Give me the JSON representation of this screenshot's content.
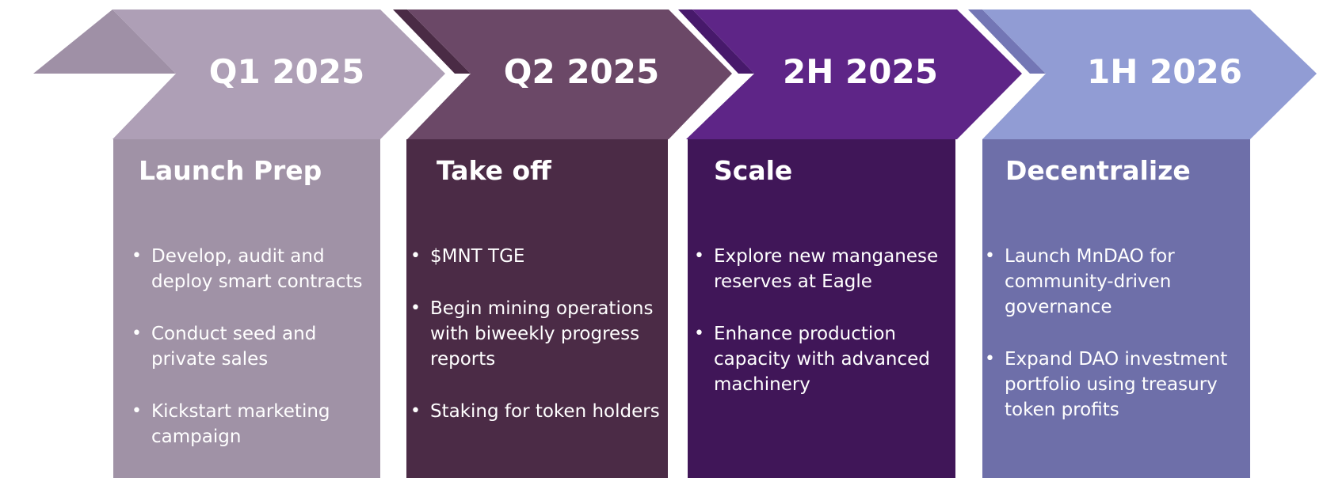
{
  "colors": {
    "phase1": {
      "arrow": "#ae9fb6",
      "fold": "#9f90a6",
      "box": "#a092a6"
    },
    "phase2": {
      "arrow": "#6b4867",
      "fold": "#4a2b45",
      "box": "#4b2b46"
    },
    "phase3": {
      "arrow": "#5e2587",
      "fold": "#47196b",
      "box": "#401658"
    },
    "phase4": {
      "arrow": "#919cd4",
      "fold": "#7376b5",
      "box": "#6e6fa9"
    }
  },
  "phases": [
    {
      "period": "Q1 2025",
      "heading": "Launch Prep",
      "items": [
        "Develop, audit and deploy smart contracts",
        "Conduct seed and private sales",
        "Kickstart marketing campaign"
      ]
    },
    {
      "period": "Q2 2025",
      "heading": "Take off",
      "items": [
        "$MNT TGE",
        "Begin mining operations with biweekly progress reports",
        "Staking for token holders"
      ]
    },
    {
      "period": "2H 2025",
      "heading": "Scale",
      "items": [
        "Explore new manganese reserves at Eagle",
        "Enhance production capacity with advanced machinery"
      ]
    },
    {
      "period": "1H 2026",
      "heading": "Decentralize",
      "items": [
        "Launch MnDAO for community-driven governance",
        "Expand DAO investment portfolio using treasury token profits"
      ]
    }
  ]
}
